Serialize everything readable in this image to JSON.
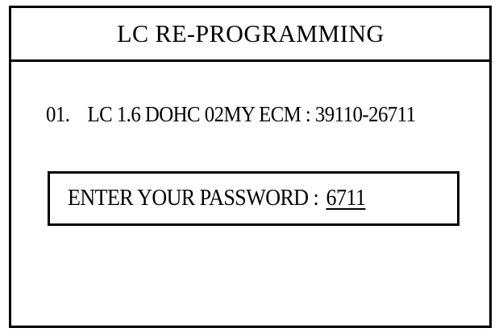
{
  "screen": {
    "title": "LC RE-PROGRAMMING",
    "ecm_entry": {
      "index": "01.",
      "description": "LC 1.6 DOHC 02MY ECM : 39110-26711"
    },
    "password_prompt": {
      "label": "ENTER YOUR PASSWORD :",
      "value": "6711"
    }
  },
  "colors": {
    "background": "#ffffff",
    "foreground": "#000000"
  }
}
